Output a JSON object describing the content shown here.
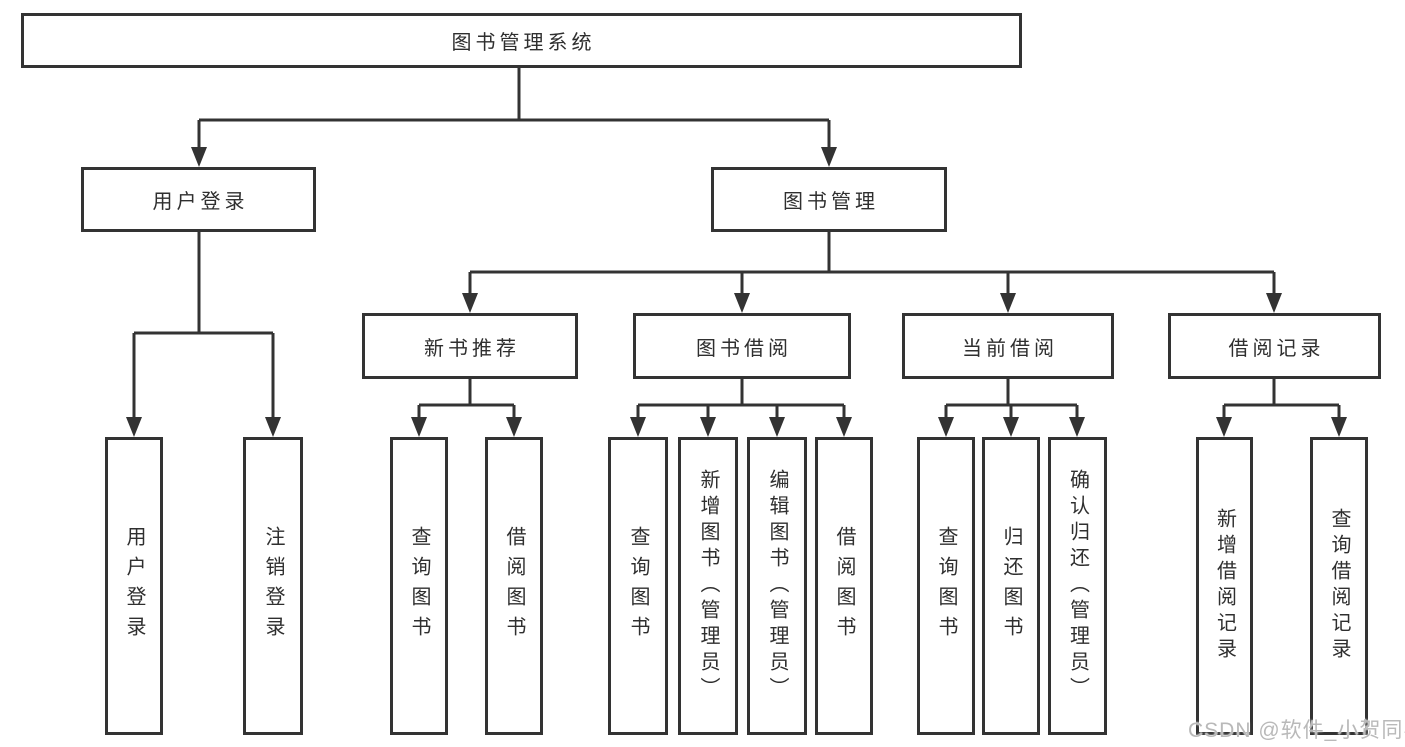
{
  "diagram": {
    "title": "图书管理系统",
    "nodes": {
      "root": "图书管理系统",
      "user_login": "用户登录",
      "book_management": "图书管理",
      "leaf_user_login": "用户登录",
      "leaf_logout": "注销登录",
      "new_book_recommend": "新书推荐",
      "book_borrow": "图书借阅",
      "current_borrow": "当前借阅",
      "borrow_records": "借阅记录",
      "nb_query_book": "查询图书",
      "nb_borrow_book": "借阅图书",
      "bb_query_book": "查询图书",
      "bb_add_book_admin": "新增图书（管理员）",
      "bb_edit_book_admin": "编辑图书（管理员）",
      "bb_borrow_book": "借阅图书",
      "cb_query_book": "查询图书",
      "cb_return_book": "归还图书",
      "cb_confirm_return_admin": "确认归还（管理员）",
      "br_add_record": "新增借阅记录",
      "br_query_record": "查询借阅记录"
    },
    "colors": {
      "line": "#333333",
      "text": "#2f2f2f",
      "background": "#ffffff",
      "watermark": "#b9b9b9"
    }
  },
  "watermark": {
    "text": "CSDN @软件_小贺同学"
  }
}
